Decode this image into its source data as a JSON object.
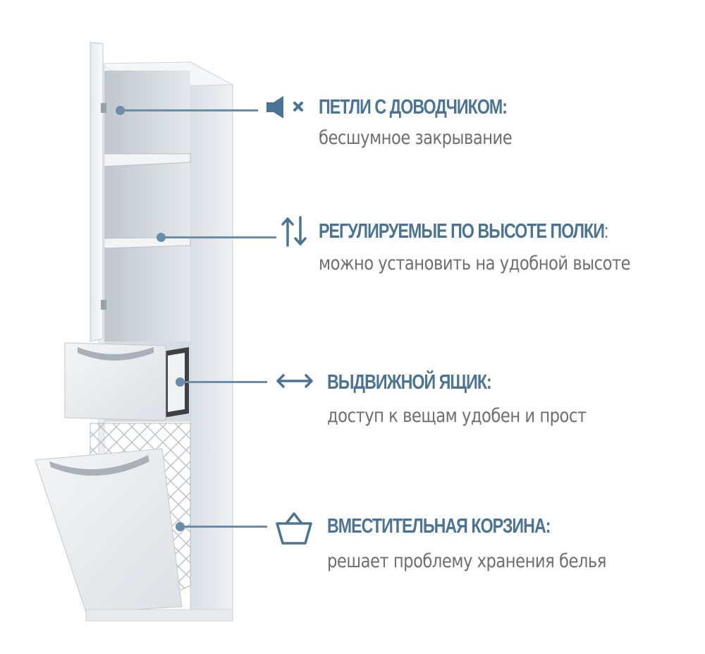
{
  "colors": {
    "accent": "#4b7494",
    "subtitle": "#6e6e6e",
    "line": "#6a8ea9"
  },
  "features": [
    {
      "icon": "speaker-mute-icon",
      "title": "ПЕТЛИ С ДОВОДЧИКОМ:",
      "subtitle": "бесшумное закрывание"
    },
    {
      "icon": "up-down-arrows-icon",
      "title": "РЕГУЛИРУЕМЫЕ ПО ВЫСОТЕ ПОЛКИ",
      "title_suffix": ":",
      "subtitle": "можно установить на удобной высоте"
    },
    {
      "icon": "left-right-arrow-icon",
      "title": "ВЫДВИЖНОЙ ЯЩИК:",
      "subtitle": "доступ к вещам удобен и прост"
    },
    {
      "icon": "basket-icon",
      "title": "ВМЕСТИТЕЛЬНАЯ КОРЗИНА:",
      "subtitle": "решает проблему хранения белья"
    }
  ]
}
